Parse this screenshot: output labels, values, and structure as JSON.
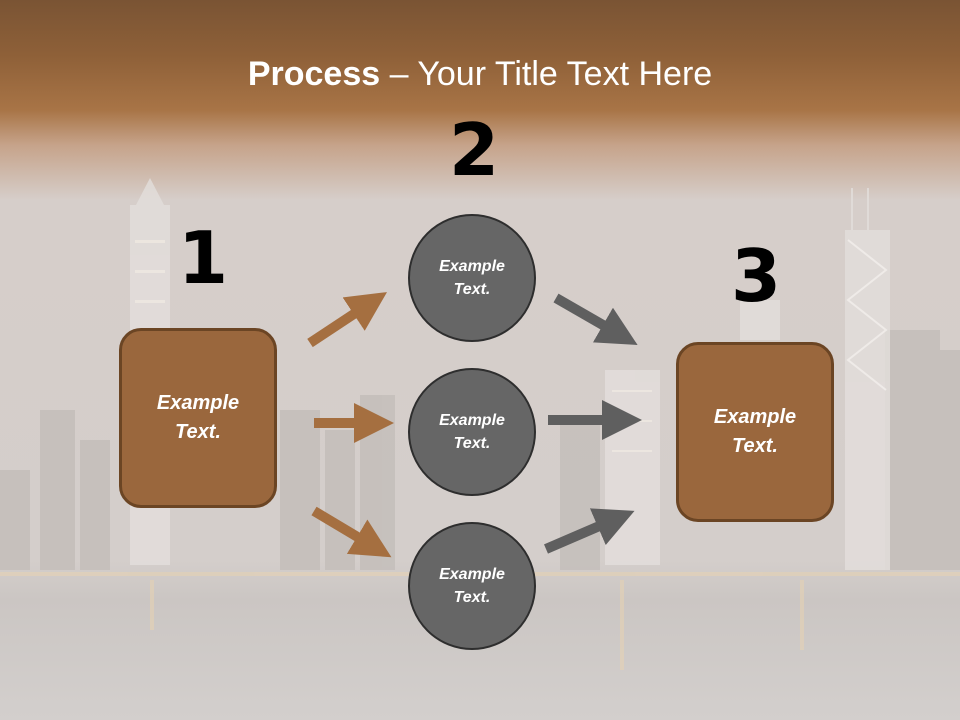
{
  "slide": {
    "title_bold": "Process",
    "title_rest": " – Your Title Text Here"
  },
  "steps": [
    {
      "number": "1",
      "label": "Example Text."
    },
    {
      "number": "2"
    },
    {
      "number": "3",
      "label": "Example Text."
    }
  ],
  "circles": [
    {
      "label": "Example Text."
    },
    {
      "label": "Example Text."
    },
    {
      "label": "Example Text."
    }
  ],
  "colors": {
    "box_fill": "#9a673d",
    "box_border": "#6b4524",
    "circle_fill": "#666666",
    "arrow_brown": "#a56f40",
    "arrow_gray": "#5f5f5f",
    "header_brown": "#8e6038"
  }
}
